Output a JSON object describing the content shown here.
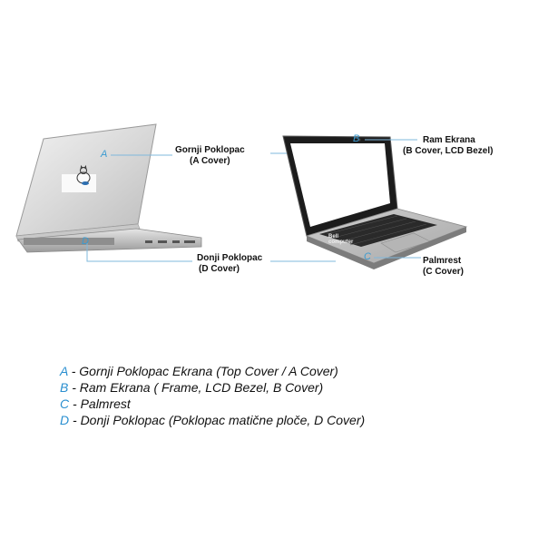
{
  "labels": {
    "a": {
      "letter": "A",
      "line1": "Gornji Poklopac",
      "line2": "(A Cover)"
    },
    "b": {
      "letter": "B",
      "line1": "Ram Ekrana",
      "line2": "(B Cover, LCD Bezel)"
    },
    "c": {
      "letter": "C",
      "line1": "Palmrest",
      "line2": "(C Cover)"
    },
    "d": {
      "letter": "D",
      "line1": "Donji Poklopac",
      "line2": "(D Cover)"
    }
  },
  "watermark": {
    "line1": "Bell",
    "line2": "computer"
  },
  "legend": [
    {
      "key": "A",
      "text": " - Gornji Poklopac Ekrana (Top Cover / A Cover)"
    },
    {
      "key": "B",
      "text": " - Ram Ekrana ( Frame, LCD Bezel, B Cover)"
    },
    {
      "key": "C",
      "text": " - Palmrest"
    },
    {
      "key": "D",
      "text": " - Donji Poklopac (Poklopac matične ploče, D Cover)"
    }
  ],
  "colors": {
    "accent": "#3a9bd1",
    "line": "#7fb8dc"
  }
}
